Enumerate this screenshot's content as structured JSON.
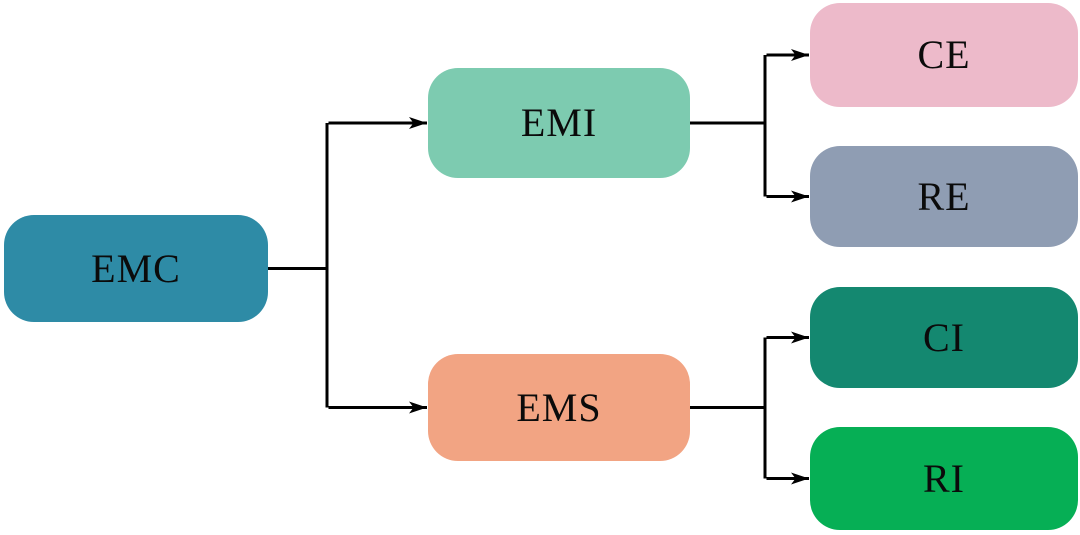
{
  "diagram": {
    "type": "tree",
    "line_color": "#000000",
    "background_color": "#ffffff",
    "text_color": "#0b0b0b"
  },
  "nodes": [
    {
      "id": "emc",
      "label": "EMC",
      "color": "#2E8BA6"
    },
    {
      "id": "emi",
      "label": "EMI",
      "color": "#7DCBB0"
    },
    {
      "id": "ems",
      "label": "EMS",
      "color": "#F2A483"
    },
    {
      "id": "ce",
      "label": "CE",
      "color": "#EDBACA"
    },
    {
      "id": "re",
      "label": "RE",
      "color": "#8F9DB3"
    },
    {
      "id": "ci",
      "label": "CI",
      "color": "#148870"
    },
    {
      "id": "ri",
      "label": "RI",
      "color": "#06AF55"
    }
  ],
  "edges": [
    {
      "from": "EMC",
      "to": "EMI"
    },
    {
      "from": "EMC",
      "to": "EMS"
    },
    {
      "from": "EMI",
      "to": "CE"
    },
    {
      "from": "EMI",
      "to": "RE"
    },
    {
      "from": "EMS",
      "to": "CI"
    },
    {
      "from": "EMS",
      "to": "RI"
    }
  ]
}
